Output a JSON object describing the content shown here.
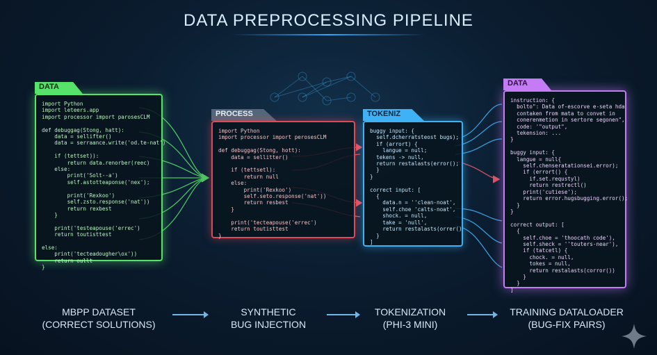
{
  "title": "DATA PREPROCESSING PIPELINE",
  "panels": {
    "dataset": {
      "tab": "DATA",
      "code": "import Python\nimport leteers.app\nimport processor import parosesCLM\n\ndef debuggag(Stong, hatt):\n    data = sellifter()\n    data = serraance.write('od.te-nat')\n\n    if (tettset)):\n        return data.renorber(reec)\n    else:\n        print('Solt--a')\n        self.astotteaponse('nex');\n\n        print('Rexkoo')\n        self.zsto.response('nat'))\n        return rexbest\n    }\n\n    print('testeapouse('errec')\n    return toutisttest\n\nelse:\n    print('tecteadougher\\ox'))\n    return oullt\n}"
    },
    "process": {
      "tab": "PROCESS",
      "code": "import Python\nimport processor import perosesCLM\n\ndef debuggag(Stong, hott):\n    data = sellitter()\n\n    if (tettsetl):\n        return null\n    else:\n        print('Rexkoo')\n        self.seto.response('nat'))\n        return resbest\n    }\n\n    print('tecteapouse('errec')\n    return toutisttest\n}"
    },
    "tokenize": {
      "tab": "TOKENIZ",
      "code": "buggy input: {\n  self.dcherratsteost bugs);\n  if (arrort) {\n    langue = null;\n  tekens -> null,\n  return restalasts(error();\n  }\n}\n\ncorrect input: [\n  {\n    data.n = ''clean-noat',\n    self.choe 'calts-noat',\n    shock. = null,\n    take = 'null',\n    return restalasts(orrer()\n  }\n]"
    },
    "output": {
      "tab": "DATA",
      "code": "instruction: {\n  bolto\": Data of-escorve e-seta hda\n  contaken from mata to convet in\n  conerenmetion in sertore segonen\",\n  code: '\"output\",\n  tekension: ...\n}\n\nbuggy input: {\n  langue = null{\n    self.chenseratationsei.error);\n    if (errort() {\n      if.set.requstyl)\n      return restrectl()\n    print('cutiese');\n    return error.hugsbugging.error();\n  }\n}\n\ncorrect output: [\n  {\n    self.choe = 'thoocath code'),\n    self.sheck = ''touters-near'),\n    if (tatcetl) {\n      chock. = null,\n      tokes = null,\n      return restalasts(corror())\n    }\n  }\n]"
    }
  },
  "stages": [
    {
      "line1": "MBPP DATASET",
      "line2": "(CORRECT SOLUTIONS)"
    },
    {
      "line1": "SYNTHETIC",
      "line2": "BUG INJECTION"
    },
    {
      "line1": "TOKENIZATION",
      "line2": "(PHI-3 MINI)"
    },
    {
      "line1": "TRAINING DATALOADER",
      "line2": "(BUG-FIX PAIRS)"
    }
  ],
  "colors": {
    "dataset": "#57e36a",
    "process": "#e04a58",
    "tokenize": "#3fb2f5",
    "output": "#c57cf5",
    "background": "#0b1d30"
  },
  "icons": {
    "corner": "sparkle-icon"
  }
}
